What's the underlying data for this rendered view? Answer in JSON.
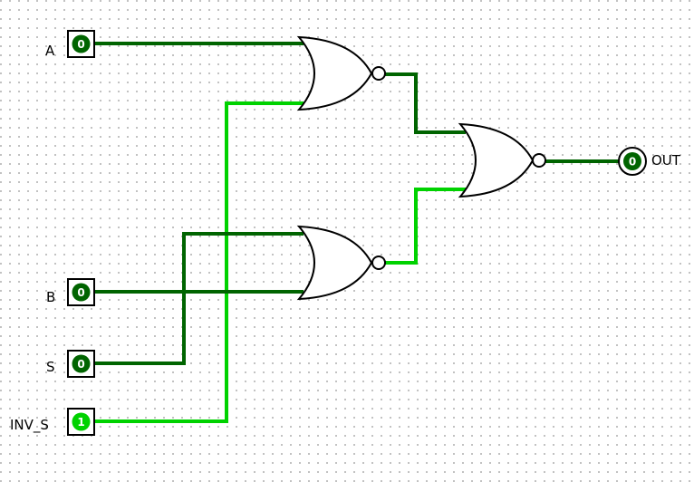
{
  "colors": {
    "wire_low": "#006400",
    "wire_high": "#00d200",
    "pin_low_fill": "#006400",
    "pin_high_fill": "#00d200"
  },
  "inputs": {
    "a": {
      "label": "A",
      "value": "0"
    },
    "b": {
      "label": "B",
      "value": "0"
    },
    "s": {
      "label": "S",
      "value": "0"
    },
    "inv_s": {
      "label": "INV_S",
      "value": "1"
    }
  },
  "output": {
    "label": "OUT",
    "value": "0"
  }
}
